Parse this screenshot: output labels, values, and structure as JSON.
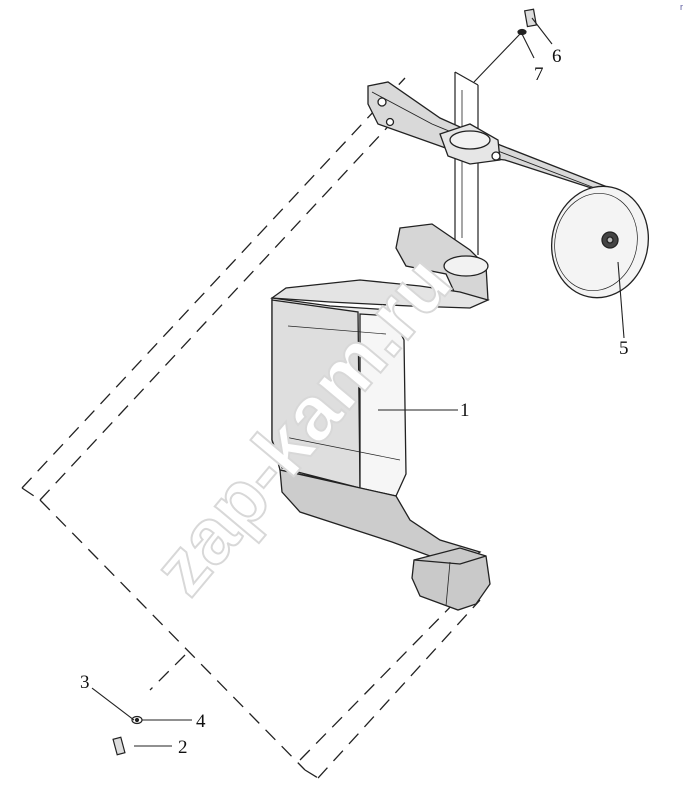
{
  "diagram": {
    "part_labels": [
      {
        "id": "part-1",
        "text": "1"
      },
      {
        "id": "part-2",
        "text": "2"
      },
      {
        "id": "part-3",
        "text": "3"
      },
      {
        "id": "part-4",
        "text": "4"
      },
      {
        "id": "part-5",
        "text": "5"
      },
      {
        "id": "part-6",
        "text": "6"
      },
      {
        "id": "part-7",
        "text": "7"
      }
    ],
    "watermark": "zap-kam.ru",
    "corner_mark": "r"
  },
  "colors": {
    "line": "#222222",
    "shade": "#d9d9d9",
    "shade_dark": "#b9b9b9",
    "watermark_stroke": "#d8d8d8"
  }
}
